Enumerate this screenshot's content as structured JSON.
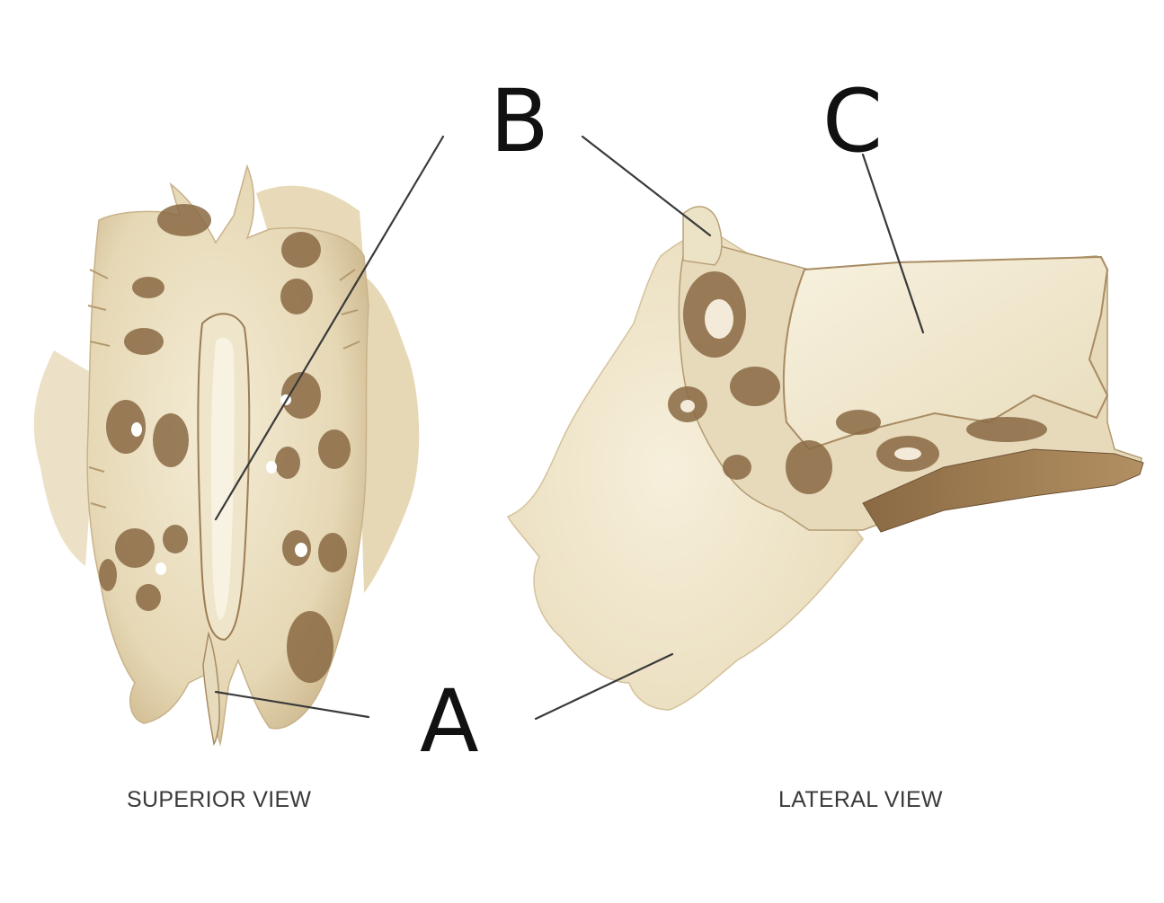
{
  "figure": {
    "captions": {
      "superior": "SUPERIOR VIEW",
      "lateral": "LATERAL VIEW"
    },
    "labels": {
      "a": "A",
      "b": "B",
      "c": "C"
    },
    "colors": {
      "bone_light": "#efe6cc",
      "bone_mid": "#d9c9a2",
      "bone_shadow": "#8a6a44",
      "leader_line": "#3a3a3a",
      "label_ink": "#111111"
    }
  }
}
